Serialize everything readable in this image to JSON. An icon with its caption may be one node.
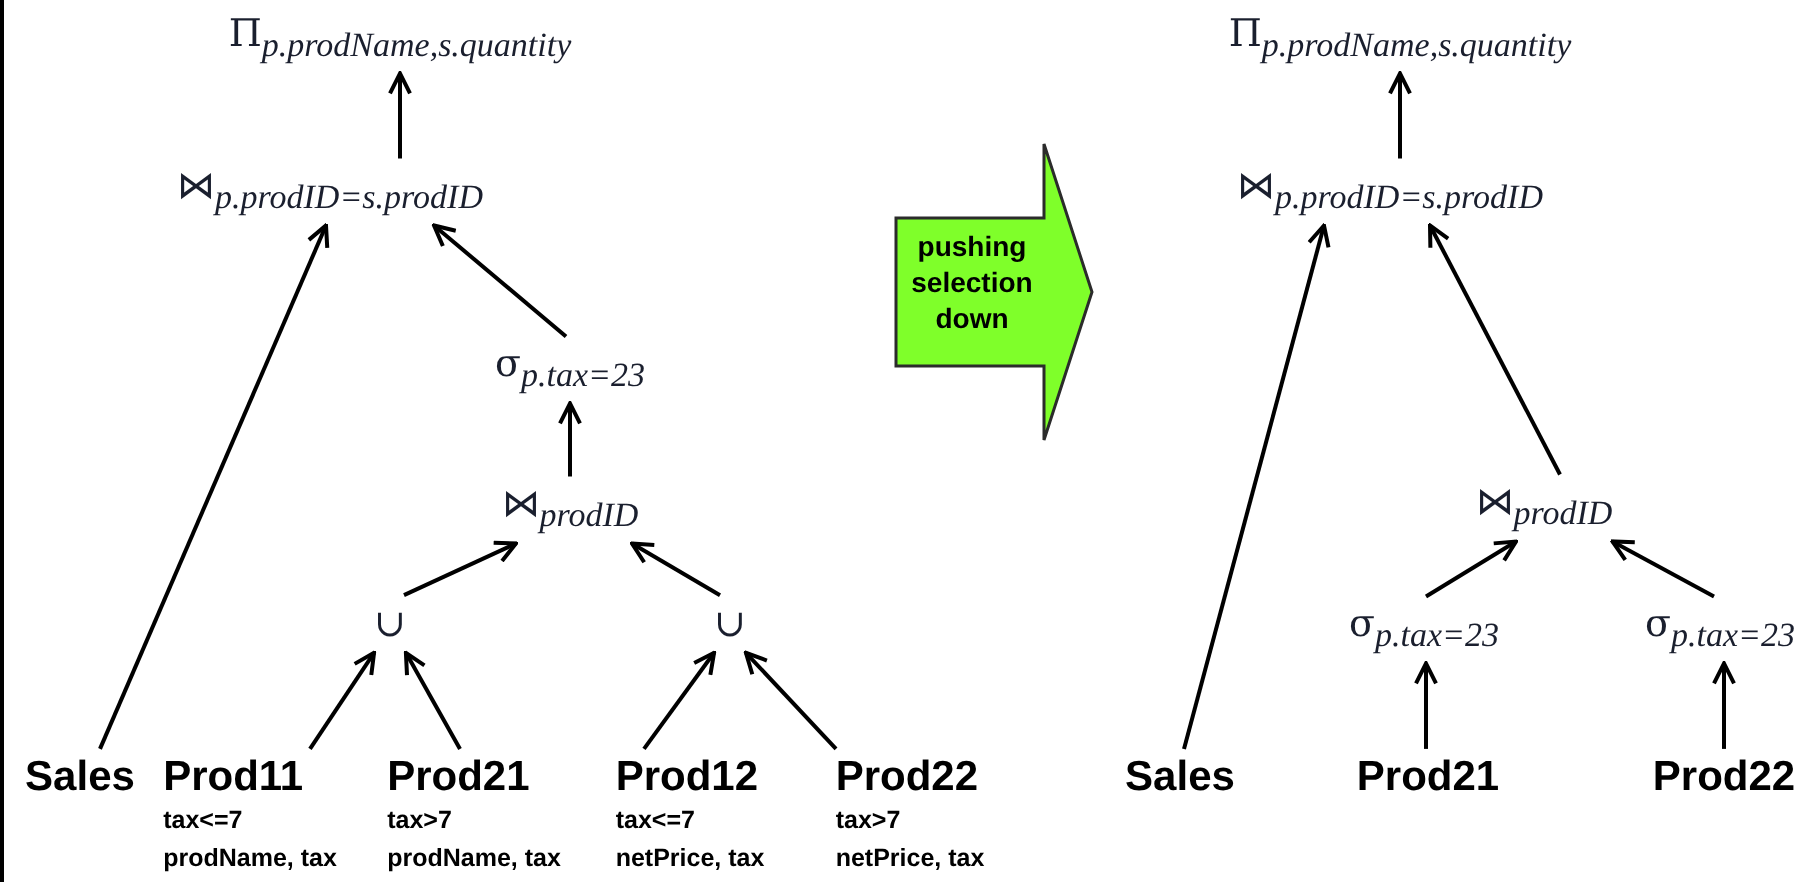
{
  "diagram": {
    "nodes": [
      {
        "text": [
          "Π$_{p.prodName,s.quantity}$"
        ]
      },
      {
        "text": [
          "⋈$_{p.prodID=s.prodID}$"
        ]
      },
      {
        "text": [
          "σ$_{p.tax=23}$"
        ]
      },
      {
        "text": [
          "⋈$_{prodID}$"
        ]
      },
      {
        "text": [
          "∪"
        ]
      },
      {
        "text": [
          "∪"
        ]
      },
      {
        "text": [
          "Sales"
        ]
      },
      {
        "text": [
          "Prod11"
        ],
        "beside": [
          "tax<=7",
          "prodName, tax"
        ]
      },
      {
        "text": [
          "Prod21"
        ],
        "beside": [
          "tax>7",
          "prodName, tax"
        ]
      },
      {
        "text": [
          "Prod12"
        ],
        "beside": [
          "tax<=7",
          "netPrice, tax"
        ]
      },
      {
        "text": [
          "Prod22"
        ],
        "beside": [
          "tax>7",
          "netPrice, tax"
        ]
      },
      {
        "text": [
          "pushing selection down"
        ]
      },
      {
        "text": [
          "Π$_{p.prodName,s.quantity}$"
        ]
      },
      {
        "text": [
          "⋈$_{p.prodID=s.prodID}$"
        ]
      },
      {
        "text": [
          "Sales"
        ]
      },
      {
        "text": [
          "⋈$_{prodID}$"
        ]
      },
      {
        "text": [
          "σ$_{p.tax=23}$"
        ]
      },
      {
        "text": [
          "σ$_{p.tax=23}$"
        ]
      },
      {
        "text": [
          "Prod21"
        ]
      },
      {
        "text": [
          "Prod22"
        ]
      }
    ],
    "edges": [
      {
        "from": 1,
        "to": 0,
        "arrow": "to"
      },
      {
        "from": 6,
        "to": 1,
        "arrow": "to"
      },
      {
        "from": 2,
        "to": 1,
        "arrow": "to"
      },
      {
        "from": 3,
        "to": 2,
        "arrow": "to"
      },
      {
        "from": 4,
        "to": 3,
        "arrow": "to"
      },
      {
        "from": 5,
        "to": 3,
        "arrow": "to"
      },
      {
        "from": 7,
        "to": 4,
        "arrow": "to"
      },
      {
        "from": 8,
        "to": 4,
        "arrow": "to"
      },
      {
        "from": 9,
        "to": 5,
        "arrow": "to"
      },
      {
        "from": 10,
        "to": 5,
        "arrow": "to"
      },
      {
        "from": 13,
        "to": 12,
        "arrow": "to"
      },
      {
        "from": 14,
        "to": 13,
        "arrow": "to"
      },
      {
        "from": 15,
        "to": 13,
        "arrow": "to"
      },
      {
        "from": 16,
        "to": 15,
        "arrow": "to"
      },
      {
        "from": 17,
        "to": 15,
        "arrow": "to"
      },
      {
        "from": 18,
        "to": 16,
        "arrow": "to"
      },
      {
        "from": 19,
        "to": 17,
        "arrow": "to"
      }
    ]
  }
}
